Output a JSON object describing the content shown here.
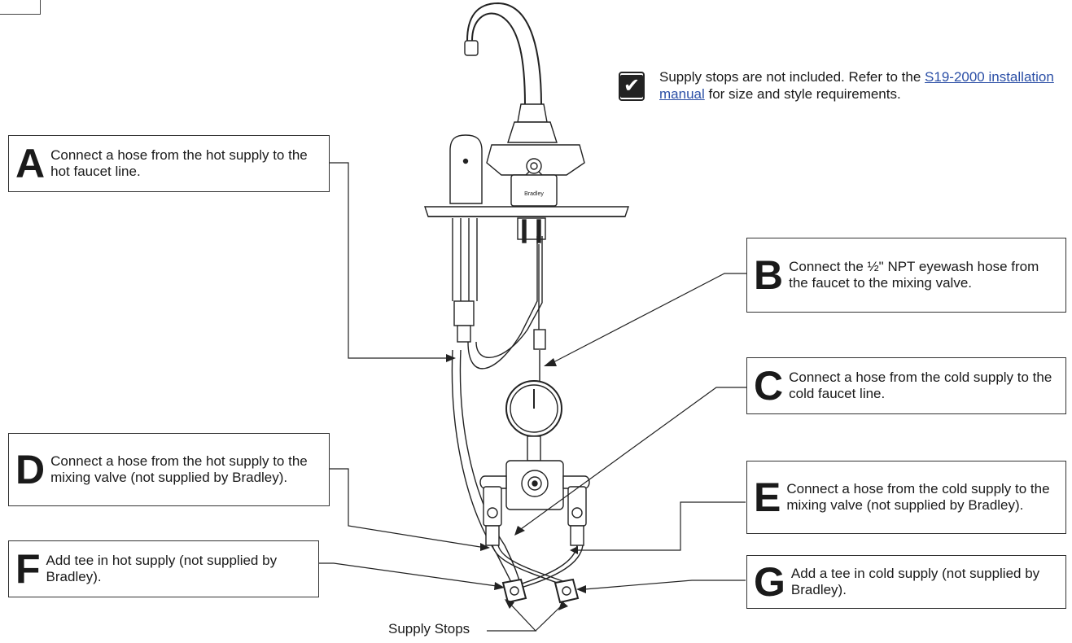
{
  "callouts": {
    "a": {
      "letter": "A",
      "text": "Connect a hose from the hot supply to the hot faucet line."
    },
    "b": {
      "letter": "B",
      "text": "Connect the ½\" NPT eyewash hose from the faucet to the mixing valve."
    },
    "c": {
      "letter": "C",
      "text": "Connect a hose from the cold supply to the cold faucet line."
    },
    "d": {
      "letter": "D",
      "text": "Connect a hose from the hot supply to the mixing valve (not supplied by Bradley)."
    },
    "e": {
      "letter": "E",
      "text": "Connect a hose from the cold supply to the mixing valve (not supplied by Bradley)."
    },
    "f": {
      "letter": "F",
      "text": "Add tee in hot supply (not supplied by Bradley)."
    },
    "g": {
      "letter": "G",
      "text": "Add a tee in cold supply (not supplied by Bradley)."
    }
  },
  "note": {
    "before": "Supply stops are not included. Refer to the ",
    "link": "S19-2000 installation manual",
    "after": " for size and style requirements."
  },
  "supply_stops_label": "Supply Stops",
  "faucet_brand": "Bradley",
  "icons": {
    "note": "checkmark-icon"
  }
}
